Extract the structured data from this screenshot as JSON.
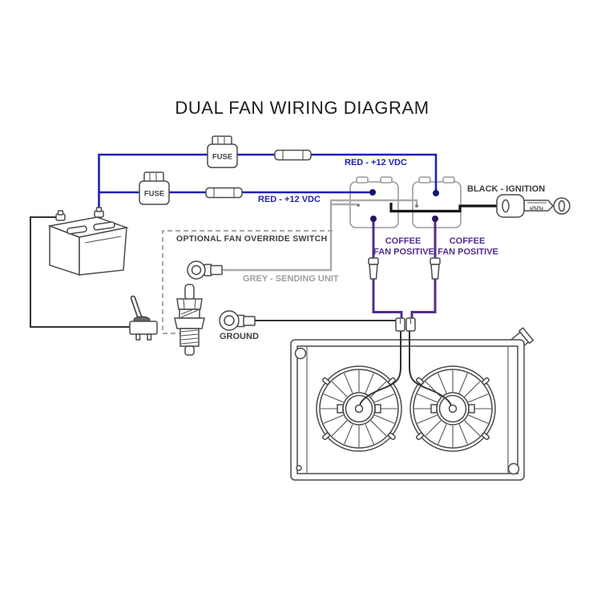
{
  "title": "DUAL FAN WIRING DIAGRAM",
  "colors": {
    "wire_positive_blue": "#1f1fb4",
    "wire_fan_purple": "#512d8c",
    "wire_sending_grey": "#a9a9a9",
    "wire_ignition_black": "#141414",
    "label_grey": "#9e9e9e",
    "line_art": "#4a4a4a",
    "background": "#ffffff"
  },
  "labels": {
    "fuse_top": "FUSE",
    "fuse_bottom": "FUSE",
    "red_power_top": "RED - +12 VDC",
    "red_power_bottom": "RED - +12 VDC",
    "ignition": "BLACK - IGNITION",
    "override": "OPTIONAL FAN OVERRIDE SWITCH",
    "sending_unit": "GREY - SENDING UNIT",
    "ground": "GROUND",
    "fan1_positive_line1": "COFFEE",
    "fan1_positive_line2": "FAN POSITIVE",
    "fan2_positive_line1": "COFFEE",
    "fan2_positive_line2": "FAN POSITIVE"
  }
}
